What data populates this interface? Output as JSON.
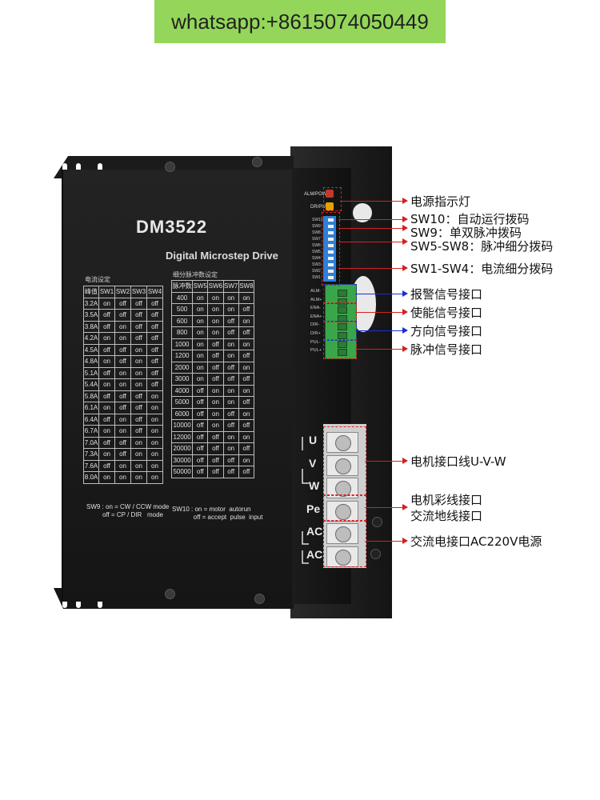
{
  "banner": {
    "text": "whatsapp:+8615074050449",
    "bg": "#93d659"
  },
  "device": {
    "model": "DM3522",
    "subtitle": "Digital Microstep Drive",
    "current_table": {
      "title": "电流设定",
      "headers": [
        "峰值",
        "SW1",
        "SW2",
        "SW3",
        "SW4"
      ],
      "rows": [
        [
          "3.2A",
          "on",
          "off",
          "off",
          "off"
        ],
        [
          "3.5A",
          "off",
          "off",
          "off",
          "off"
        ],
        [
          "3.8A",
          "off",
          "on",
          "off",
          "off"
        ],
        [
          "4.2A",
          "on",
          "on",
          "off",
          "off"
        ],
        [
          "4.5A",
          "off",
          "off",
          "on",
          "off"
        ],
        [
          "4.8A",
          "on",
          "off",
          "on",
          "off"
        ],
        [
          "5.1A",
          "off",
          "on",
          "on",
          "off"
        ],
        [
          "5.4A",
          "on",
          "on",
          "on",
          "off"
        ],
        [
          "5.8A",
          "off",
          "off",
          "off",
          "on"
        ],
        [
          "6.1A",
          "on",
          "off",
          "off",
          "on"
        ],
        [
          "6.4A",
          "off",
          "on",
          "off",
          "on"
        ],
        [
          "6.7A",
          "on",
          "on",
          "off",
          "on"
        ],
        [
          "7.0A",
          "off",
          "off",
          "on",
          "on"
        ],
        [
          "7.3A",
          "on",
          "off",
          "on",
          "on"
        ],
        [
          "7.6A",
          "off",
          "on",
          "on",
          "on"
        ],
        [
          "8.0A",
          "on",
          "on",
          "on",
          "on"
        ]
      ]
    },
    "pulse_table": {
      "title": "细分脉冲数设定",
      "headers": [
        "脉冲数",
        "SW5",
        "SW6",
        "SW7",
        "SW8"
      ],
      "rows": [
        [
          "400",
          "on",
          "on",
          "on",
          "on"
        ],
        [
          "500",
          "on",
          "on",
          "on",
          "off"
        ],
        [
          "600",
          "on",
          "on",
          "off",
          "on"
        ],
        [
          "800",
          "on",
          "on",
          "off",
          "off"
        ],
        [
          "1000",
          "on",
          "off",
          "on",
          "on"
        ],
        [
          "1200",
          "on",
          "off",
          "on",
          "off"
        ],
        [
          "2000",
          "on",
          "off",
          "off",
          "on"
        ],
        [
          "3000",
          "on",
          "off",
          "off",
          "off"
        ],
        [
          "4000",
          "off",
          "on",
          "on",
          "on"
        ],
        [
          "5000",
          "off",
          "on",
          "on",
          "off"
        ],
        [
          "6000",
          "off",
          "on",
          "off",
          "on"
        ],
        [
          "10000",
          "off",
          "on",
          "off",
          "off"
        ],
        [
          "12000",
          "off",
          "off",
          "on",
          "on"
        ],
        [
          "20000",
          "off",
          "off",
          "on",
          "off"
        ],
        [
          "30000",
          "off",
          "off",
          "off",
          "on"
        ],
        [
          "50000",
          "off",
          "off",
          "off",
          "off"
        ]
      ]
    },
    "note_sw9": "SW9 : on = CW / CCW mode\n         off = CP / DIR   mode",
    "note_sw10": "SW10 : on = motor  autorun\n            off = accept  pulse  input",
    "led_labels": [
      "ALM/POW",
      "DR/PU"
    ],
    "dip_labels": [
      "SW10",
      "SW9",
      "SW8",
      "SW7",
      "SW6",
      "SW5",
      "SW4",
      "SW3",
      "SW2",
      "SW1"
    ],
    "signal_labels": [
      "ALM-",
      "ALM+",
      "ENA-",
      "ENA+",
      "DIR-",
      "DIR+",
      "PUL-",
      "PUL+"
    ],
    "terminal_labels": [
      "U",
      "V",
      "W",
      "Pe",
      "AC",
      "AC"
    ]
  },
  "callouts": [
    {
      "text": "电源指示灯",
      "color": "#d22222"
    },
    {
      "text": "SW10：自动运行拨码",
      "color": "#d22222"
    },
    {
      "text": "SW9：单双脉冲拨码",
      "color": "#d22222"
    },
    {
      "text": "SW5-SW8：脉冲细分拨码",
      "color": "#d22222"
    },
    {
      "text": "SW1-SW4：电流细分拨码",
      "color": "#d22222"
    },
    {
      "text": "报警信号接口",
      "color": "#1c2fd0"
    },
    {
      "text": "使能信号接口",
      "color": "#d22222"
    },
    {
      "text": "方向信号接口",
      "color": "#1c2fd0"
    },
    {
      "text": "脉冲信号接口",
      "color": "#d22222"
    },
    {
      "text": "电机接口线U-V-W",
      "color": "#d22222"
    },
    {
      "text": "电机彩线接口",
      "color": "#d22222"
    },
    {
      "text": "交流地线接口",
      "color": "#d22222"
    },
    {
      "text": "交流电接口AC220V电源",
      "color": "#d22222"
    }
  ]
}
